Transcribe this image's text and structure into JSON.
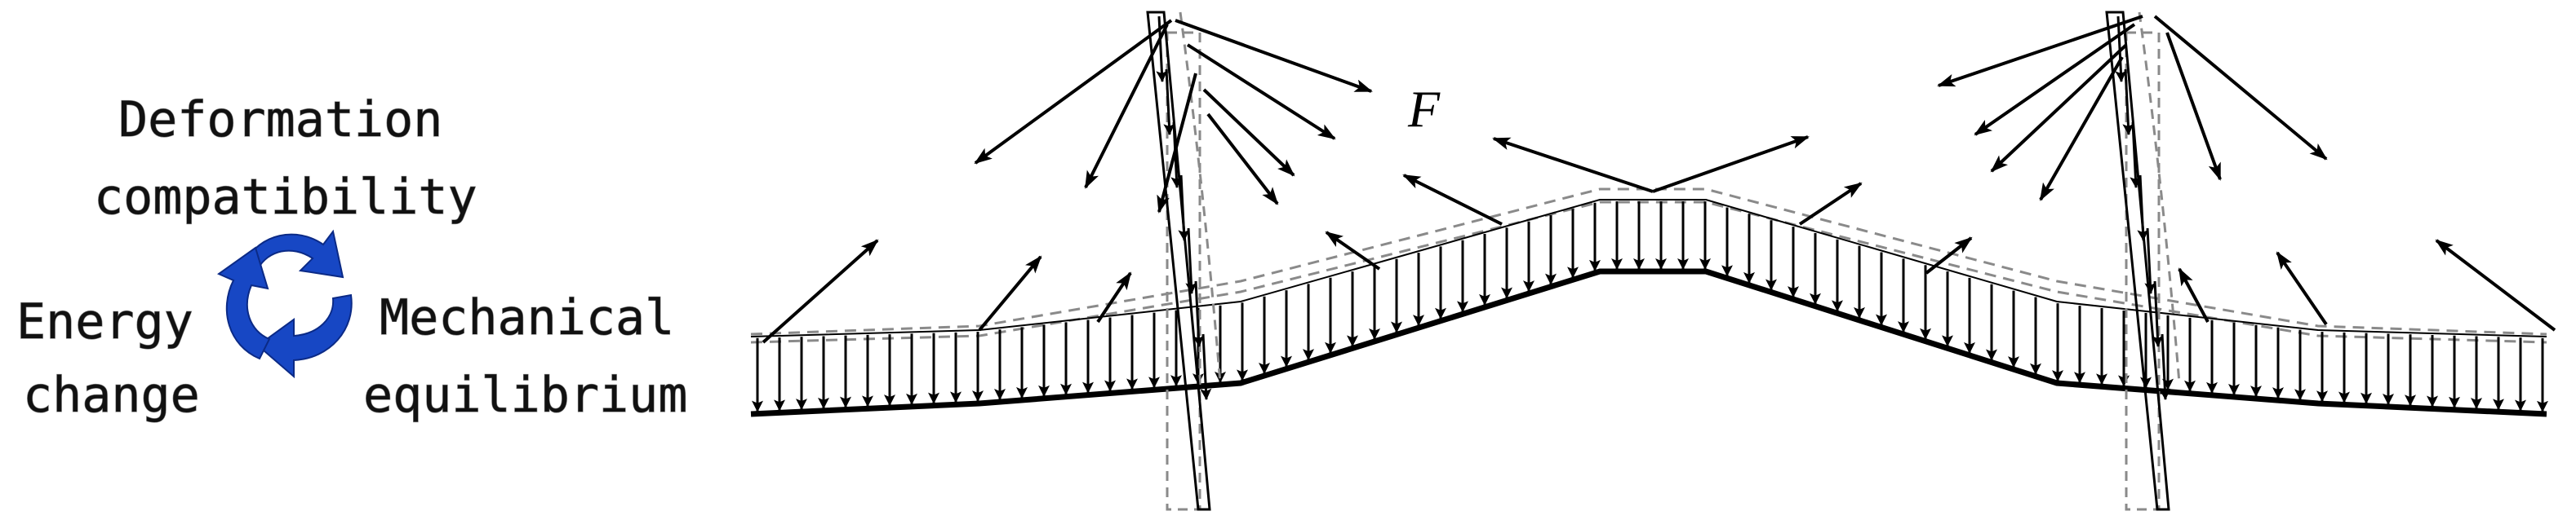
{
  "labels": {
    "top_line1": "Deformation",
    "top_line2": "compatibility",
    "left_line1": "Energy",
    "left_line2": "change",
    "right_line1": "Mechanical",
    "right_line2": "equilibrium",
    "force": "F"
  },
  "icons": {
    "cycle": "recycle-arrows-icon"
  },
  "colors": {
    "cycle_arrows": "#1747c4",
    "lines": "#000000",
    "dashed_outline": "#8a8a8a"
  }
}
